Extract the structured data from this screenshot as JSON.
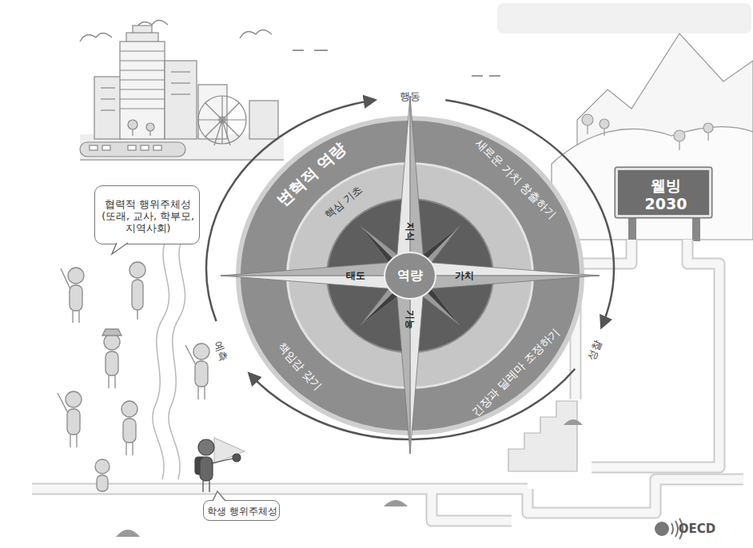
{
  "diagram": {
    "nodes": [
      {
        "text": [
          "변혁적 역량",
          "새로운 가치 창출하기",
          "긴장과 딜레마 조정하기",
          "책임감 갖기"
        ]
      },
      {
        "text": [
          "핵심 기초"
        ],
        "in": 0
      },
      {
        "text": [
          "지식",
          "태도",
          "가치",
          "기능"
        ],
        "in": 1
      },
      {
        "text": [
          "역량"
        ],
        "in": 2
      },
      {
        "text": [
          "웰빙 2030"
        ]
      },
      {
        "text": [
          "협력적 행위주체성 (또래, 교사, 학부모, 지역사회)"
        ]
      },
      {
        "text": [
          "학생 행위주체성"
        ]
      }
    ],
    "labels": [
      "행동",
      "성찰",
      "예측",
      "OECD"
    ]
  }
}
